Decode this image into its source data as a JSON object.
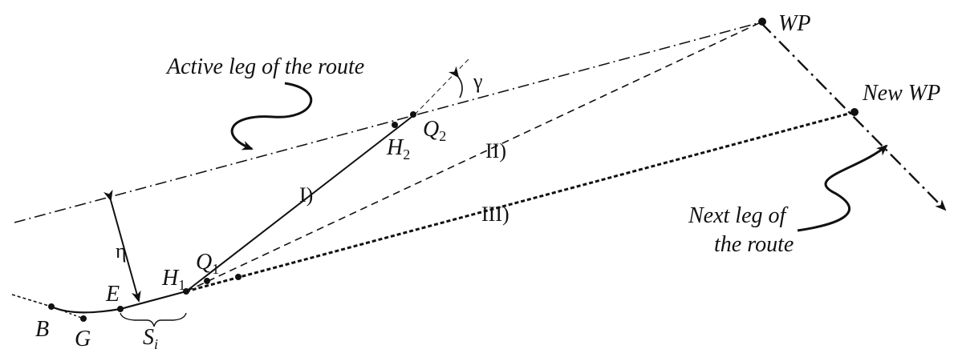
{
  "labels": {
    "active_leg": "Active leg of the route",
    "next_leg_line1": "Next leg of",
    "next_leg_line2": "the route",
    "wp": "WP",
    "new_wp": "New WP",
    "gamma": "γ",
    "eta": "η",
    "b": "B",
    "g": "G",
    "e": "E",
    "h": "H",
    "h1_sub": "1",
    "h2_sub": "2",
    "q": "Q",
    "q1_sub": "1",
    "q2_sub": "2",
    "s": "S",
    "s_sub": "i",
    "path_i": "I)",
    "path_ii": "II)",
    "path_iii": "III)"
  }
}
